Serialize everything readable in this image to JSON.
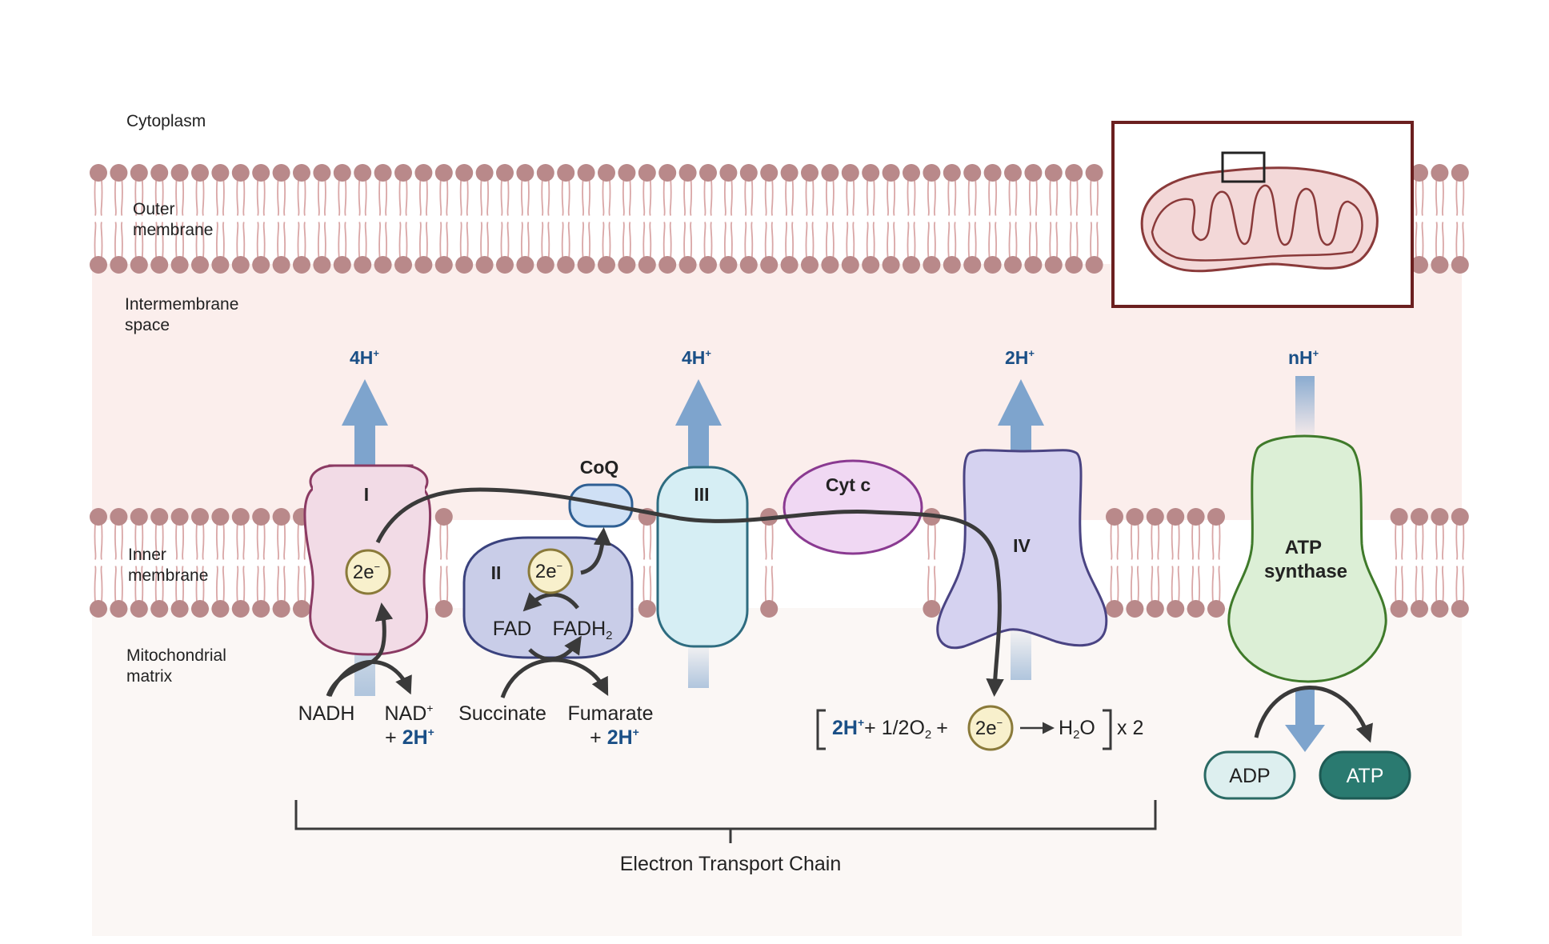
{
  "regions": {
    "cytoplasm": "Cytoplasm",
    "outer_membrane_1": "Outer",
    "outer_membrane_2": "membrane",
    "intermembrane_1": "Intermembrane",
    "intermembrane_2": "space",
    "inner_membrane_1": "Inner",
    "inner_membrane_2": "membrane",
    "matrix_1": "Mitochondrial",
    "matrix_2": "matrix"
  },
  "complexes": {
    "c1": "I",
    "c2": "II",
    "c3": "III",
    "c4": "IV",
    "coq": "CoQ",
    "cytc": "Cyt c",
    "atp_synthase_1": "ATP",
    "atp_synthase_2": "synthase"
  },
  "protons": {
    "c1": "4H",
    "c3": "4H",
    "c4": "2H",
    "atp": "nH",
    "plus": "+"
  },
  "electrons": {
    "label": "2e",
    "minus": "−"
  },
  "reactions": {
    "nadh": "NADH",
    "nad": "NAD",
    "nad_charge": "+",
    "plus_prefix": "+ ",
    "two_h": "2H",
    "h_charge": "+",
    "succinate": "Succinate",
    "fumarate": "Fumarate",
    "fad": "FAD",
    "fadh": "FADH",
    "fadh_sub": "2",
    "water_eq_h": "2H",
    "water_eq_mid": "+ 1/2O",
    "water_eq_o_sub": "2",
    "water_eq_plus": "+",
    "water": "H",
    "water_sub": "2",
    "water_o": "O",
    "times": "x 2",
    "adp": "ADP",
    "atp": "ATP"
  },
  "bracket_label": "Electron Transport Chain",
  "colors": {
    "lipid_head": "#b9898a",
    "lipid_tail": "#d9a6a6",
    "intermembrane": "#fbeeec",
    "matrix": "#fbf7f5",
    "arrow_blue": "#7ea4cd",
    "text_blue": "#1a4f86",
    "c1_fill": "#f2dbe6",
    "c1_stroke": "#8b3a63",
    "c2_fill": "#c9cde8",
    "c2_stroke": "#3a427e",
    "c3_fill": "#d6eef4",
    "c3_stroke": "#2e6c80",
    "c4_fill": "#d5d2f0",
    "c4_stroke": "#4a4483",
    "cytc_fill": "#f0d8f3",
    "cytc_stroke": "#8a3a91",
    "coq_fill": "#cfe0f5",
    "coq_stroke": "#2f5f93",
    "atp_fill": "#dcefd6",
    "atp_stroke": "#3f7a2a",
    "electron_fill": "#f8f0cc",
    "electron_stroke": "#8a7a3a",
    "adp_fill": "#ddefef",
    "atp_pill_fill": "#2a7a70",
    "inset_border": "#6b1f1f"
  }
}
